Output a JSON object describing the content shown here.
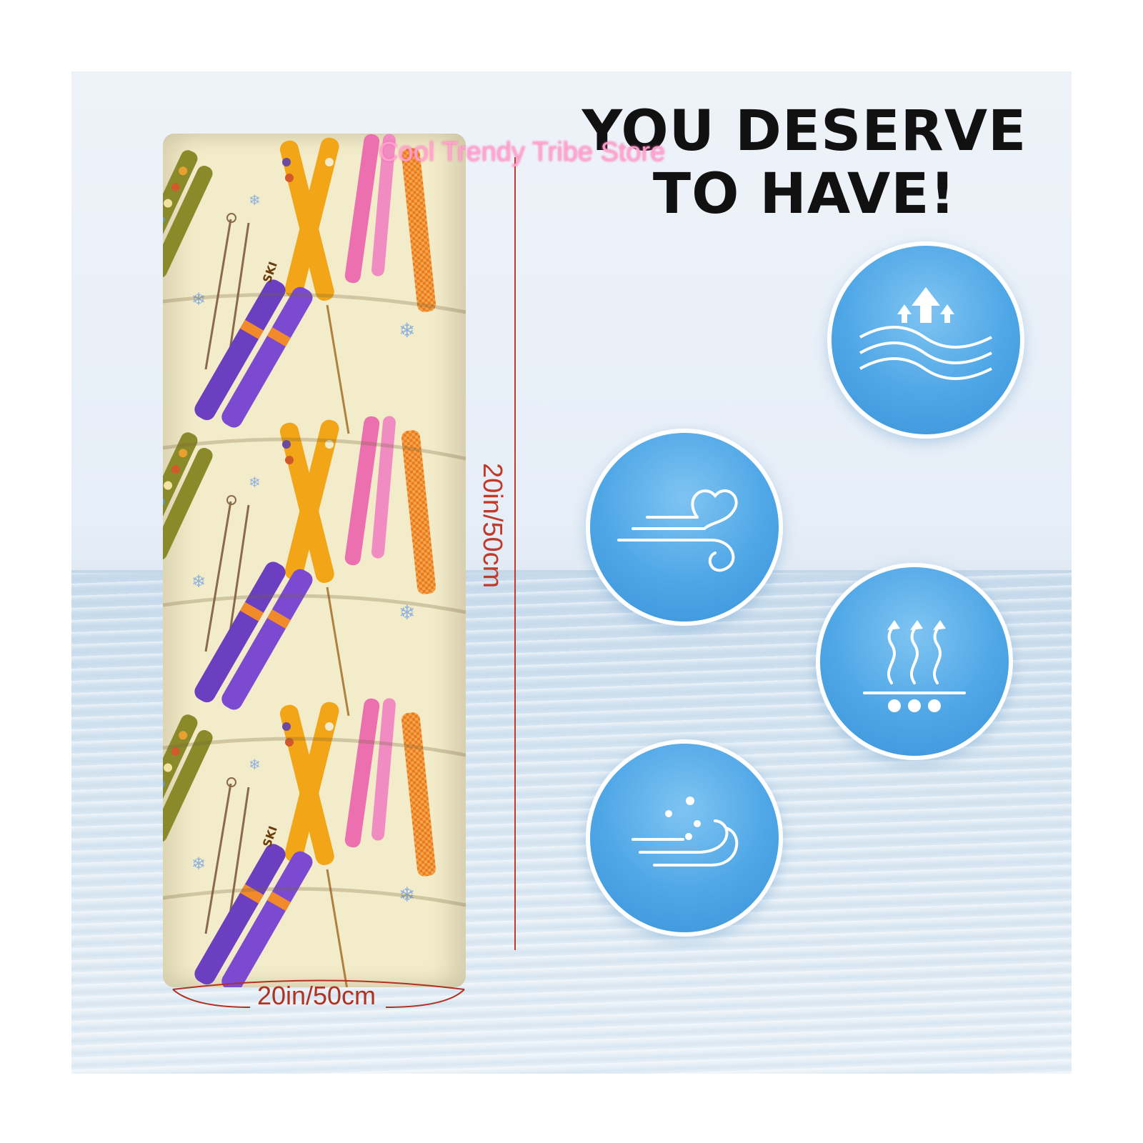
{
  "headline": {
    "line1": "YOU DESERVE",
    "line2": "TO HAVE!"
  },
  "watermark": "Cool Trendy Tribe Store",
  "dimensions": {
    "height_label": "20in/50cm",
    "circumference_label": "20in/50cm"
  },
  "product": {
    "print_text": "SKI"
  },
  "features": [
    {
      "icon": "moisture-wicking-icon"
    },
    {
      "icon": "breathable-wind-icon"
    },
    {
      "icon": "heat-dissipation-icon"
    },
    {
      "icon": "quick-dry-icon"
    }
  ],
  "colors": {
    "accent": "#c0392b",
    "badge": "#4ea6e6",
    "tube_base": "#f3ecca"
  }
}
